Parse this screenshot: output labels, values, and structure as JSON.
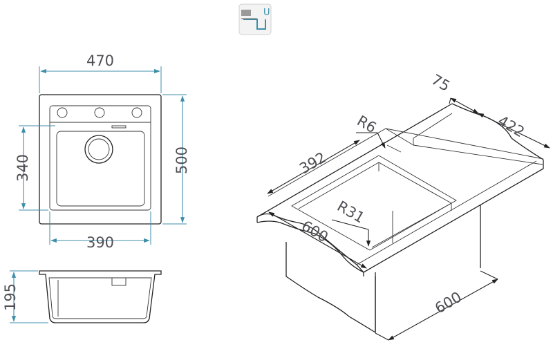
{
  "badge": {
    "letter": "U",
    "accent": "#3d8ea8"
  },
  "colors": {
    "dimension": "#3d8ea8",
    "outline": "#222222",
    "text": "#4f4f55"
  },
  "top_view": {
    "overall_width": "470",
    "overall_depth": "500",
    "bowl_depth": "340",
    "bowl_width": "390"
  },
  "side_view": {
    "height": "195"
  },
  "iso_view": {
    "drainer": "75",
    "depth": "422",
    "corner_radius_small": "R6",
    "bowl_length": "392",
    "corner_radius_bowl": "R31",
    "front_width": "600",
    "cabinet_width": "600"
  }
}
